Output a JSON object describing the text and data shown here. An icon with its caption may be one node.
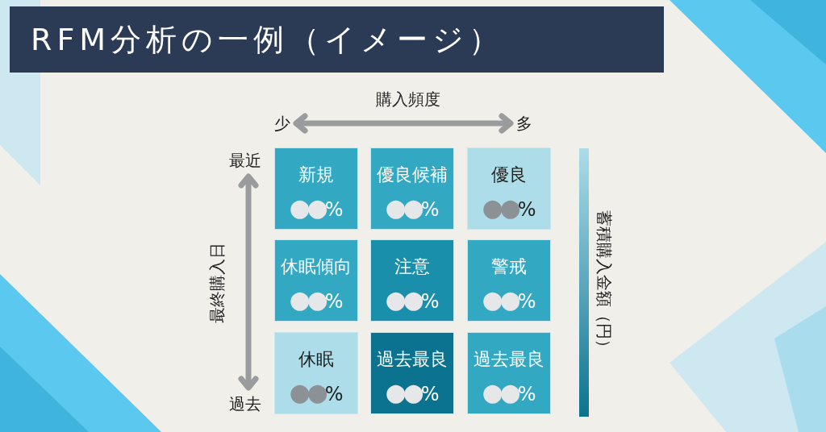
{
  "diagram": {
    "title": "RFM分析の一例（イメージ）",
    "nodes": [
      {
        "text": [
          "新規",
          "●●%"
        ]
      },
      {
        "text": [
          "優良候補",
          "●●%"
        ]
      },
      {
        "text": [
          "優良",
          "●●%"
        ]
      },
      {
        "text": [
          "休眠傾向",
          "●●%"
        ]
      },
      {
        "text": [
          "注意",
          "●●%"
        ]
      },
      {
        "text": [
          "警戒",
          "●●%"
        ]
      },
      {
        "text": [
          "休眠",
          "●●%"
        ]
      },
      {
        "text": [
          "過去最良",
          "●●%"
        ]
      },
      {
        "text": [
          "過去最良",
          "●●%"
        ]
      }
    ],
    "edges": [],
    "labels": [
      "購入頻度",
      "少",
      "多",
      "最近",
      "最終購入日",
      "過去",
      "蓄積購入金額（円）"
    ]
  }
}
